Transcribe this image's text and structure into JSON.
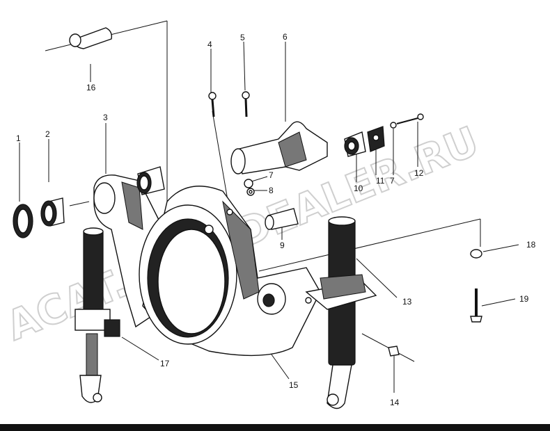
{
  "labels": [
    {
      "id": "1",
      "text": "1"
    },
    {
      "id": "2",
      "text": "2"
    },
    {
      "id": "3",
      "text": "3"
    },
    {
      "id": "4",
      "text": "4"
    },
    {
      "id": "5",
      "text": "5"
    },
    {
      "id": "6",
      "text": "6"
    },
    {
      "id": "7a",
      "text": "7"
    },
    {
      "id": "7b",
      "text": "7"
    },
    {
      "id": "8",
      "text": "8"
    },
    {
      "id": "9",
      "text": "9"
    },
    {
      "id": "10",
      "text": "10"
    },
    {
      "id": "11",
      "text": "11"
    },
    {
      "id": "12",
      "text": "12"
    },
    {
      "id": "13",
      "text": "13"
    },
    {
      "id": "14",
      "text": "14"
    },
    {
      "id": "15",
      "text": "15"
    },
    {
      "id": "16",
      "text": "16"
    },
    {
      "id": "17",
      "text": "17"
    },
    {
      "id": "18",
      "text": "18"
    },
    {
      "id": "19",
      "text": "19"
    }
  ],
  "watermark": "ACAT.AVTODEALER.RU",
  "colors": {
    "ink": "#111111",
    "watermark": "#cfcfcf",
    "background": "#ffffff"
  }
}
